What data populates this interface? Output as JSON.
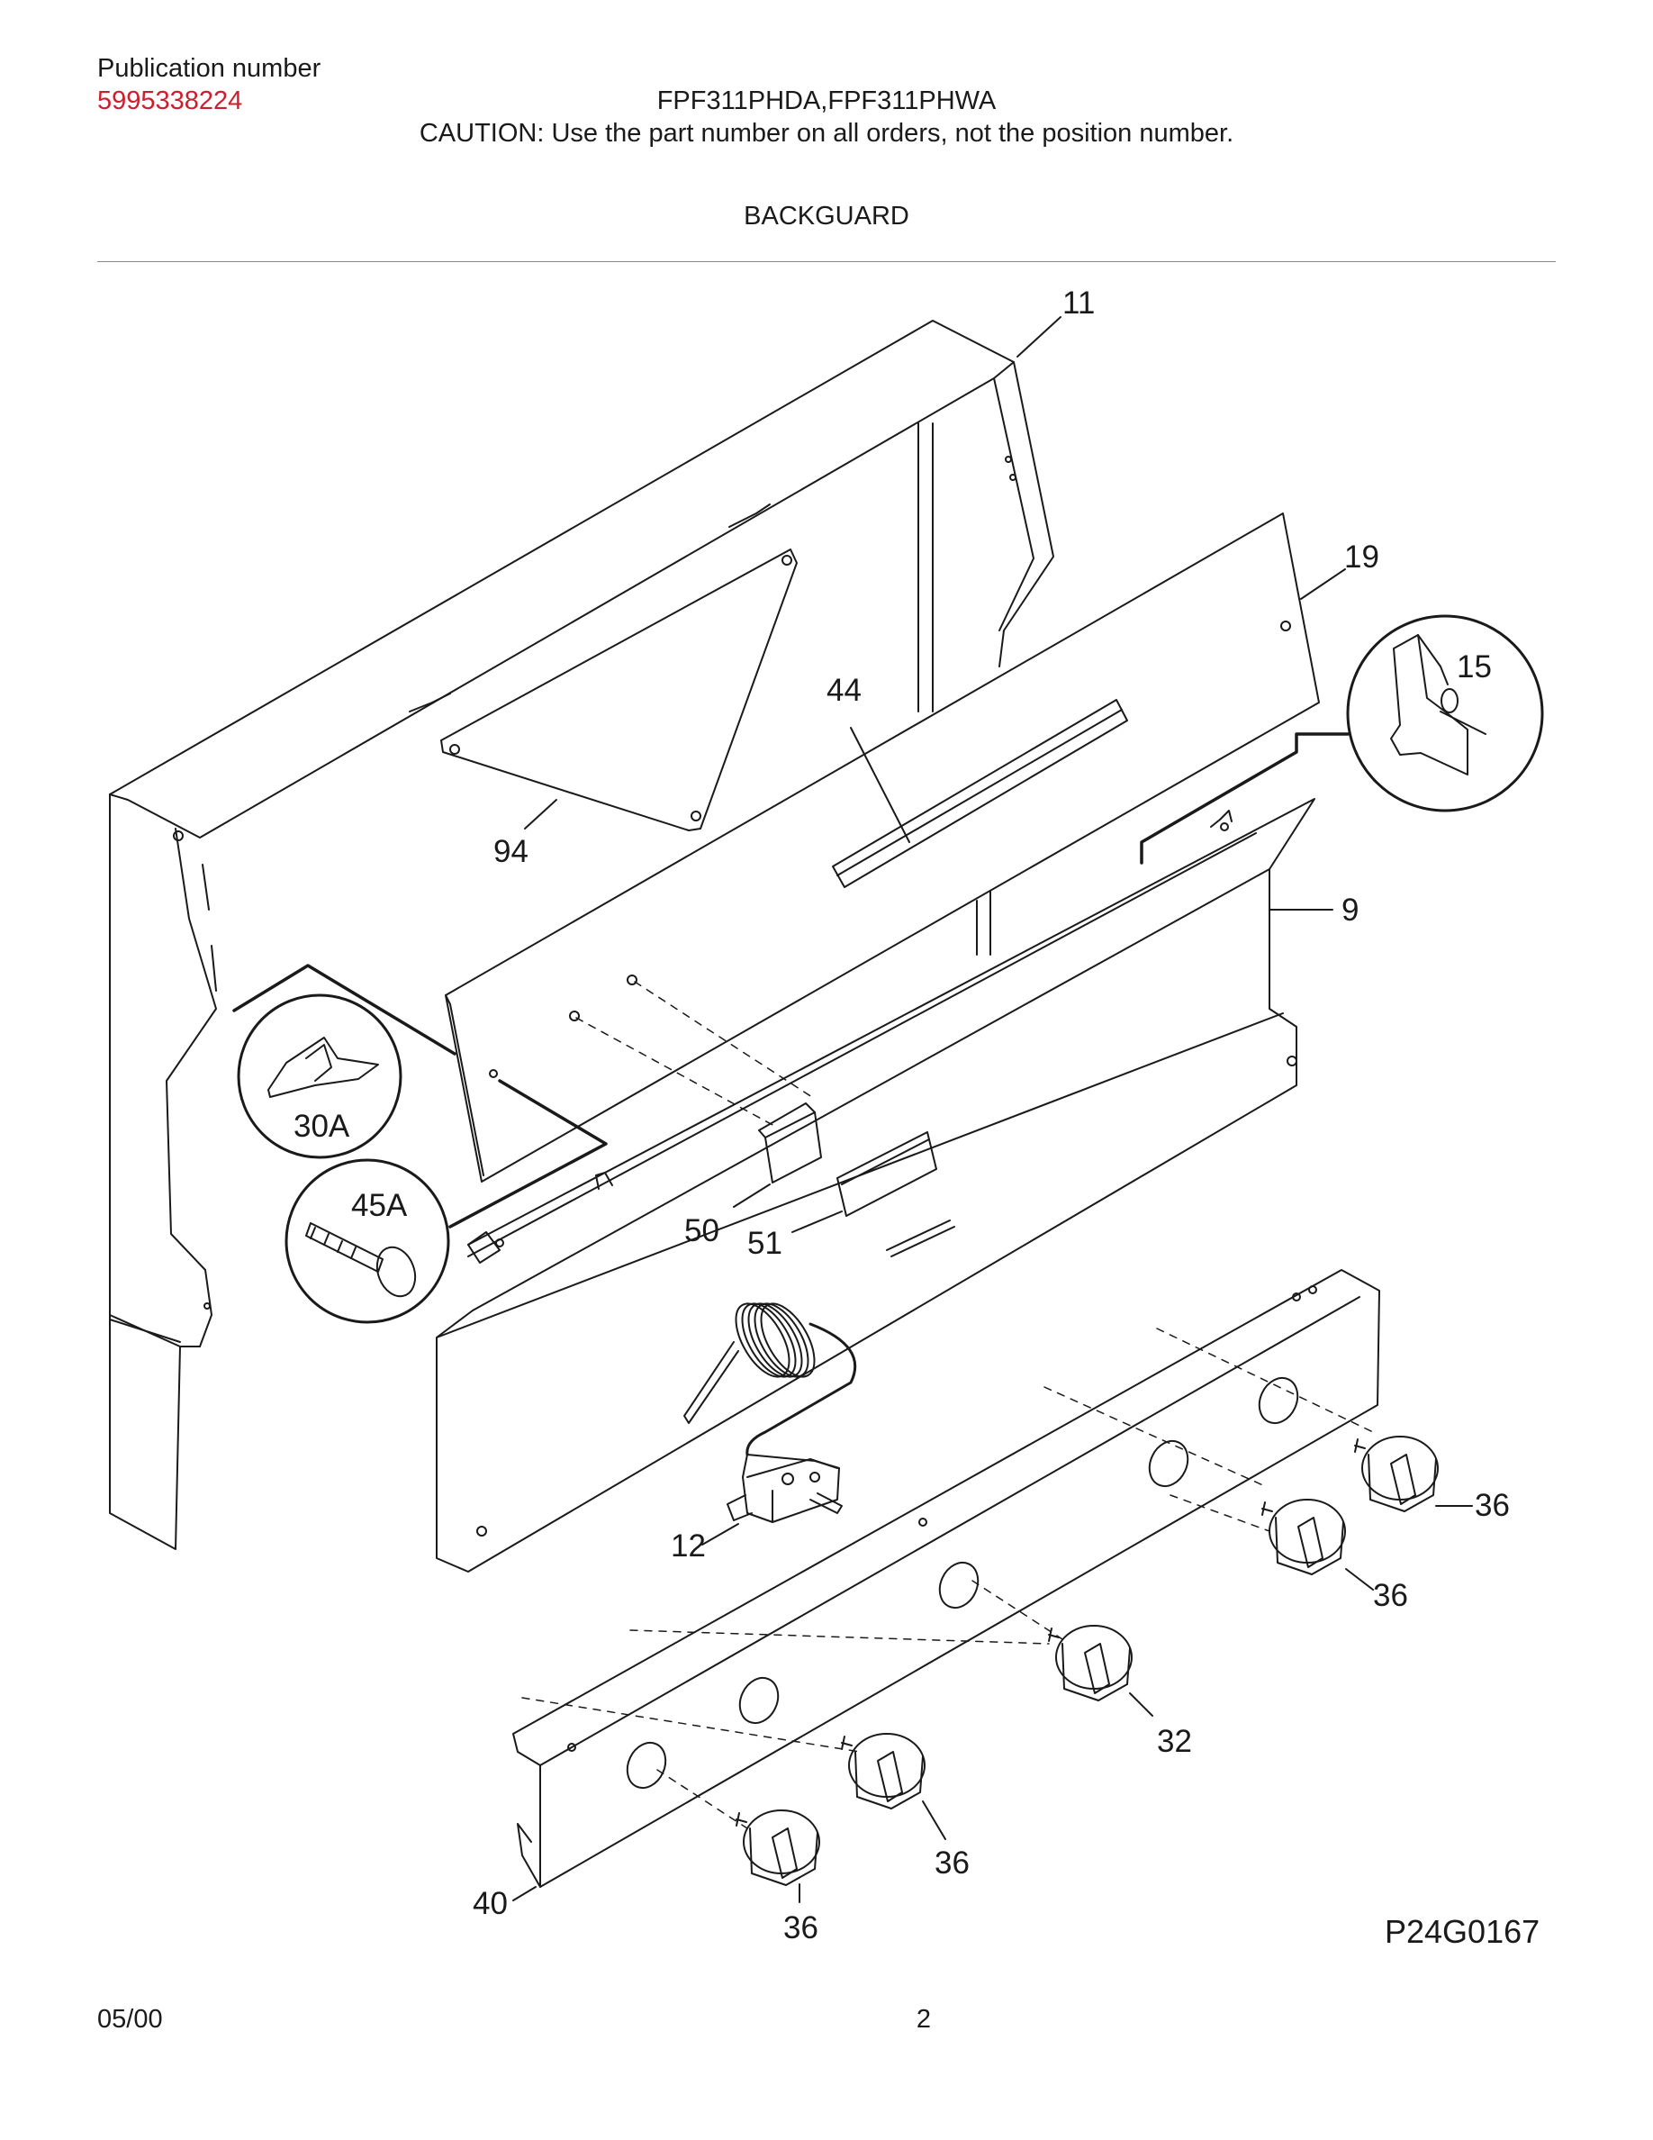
{
  "header": {
    "publication_label": "Publication number",
    "publication_number": "5995338224",
    "model": "FPF311PHDA,FPF311PHWA",
    "caution": "CAUTION:  Use the part number on all orders, not the position number.",
    "section_title": "BACKGUARD"
  },
  "diagram": {
    "callouts": {
      "c11": "11",
      "c19": "19",
      "c15": "15",
      "c44": "44",
      "c94": "94",
      "c9": "9",
      "c30a": "30A",
      "c45a": "45A",
      "c50": "50",
      "c51": "51",
      "c12": "12",
      "c36a": "36",
      "c36b": "36",
      "c32": "32",
      "c36c": "36",
      "c36d": "36",
      "c40": "40"
    },
    "drawing_id": "P24G0167"
  },
  "footer": {
    "date": "05/00",
    "page": "2"
  },
  "colors": {
    "publication_number": "#cc1f2e",
    "line_art": "#1a1a1a"
  }
}
